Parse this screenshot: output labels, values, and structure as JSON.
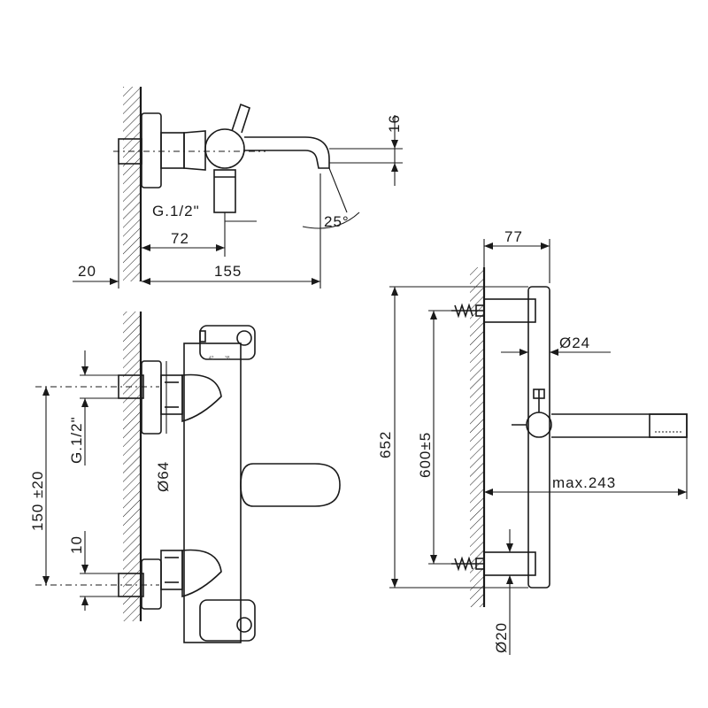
{
  "top_view": {
    "thread": "G.1/2\"",
    "dim_72": "72",
    "dim_20": "20",
    "dim_155": "155",
    "dim_16": "16",
    "angle": "25°"
  },
  "front_view": {
    "thread": "G.1/2\"",
    "dia_64": "Ø64",
    "dim_150": "150 ±20",
    "dim_10": "10"
  },
  "side_view": {
    "dim_77": "77",
    "dia_24": "Ø24",
    "dim_652": "652",
    "dim_600": "600±5",
    "max_243": "max.243",
    "dia_20": "Ø20"
  }
}
